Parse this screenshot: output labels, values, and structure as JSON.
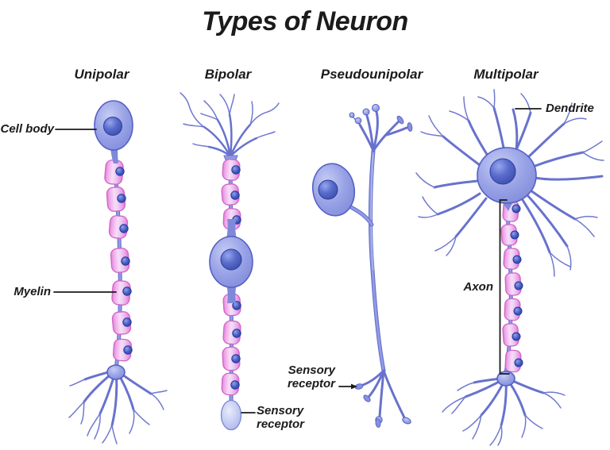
{
  "title": "Types of Neuron",
  "columns": [
    {
      "name": "Unipolar"
    },
    {
      "name": "Bipolar"
    },
    {
      "name": "Pseudounipolar"
    },
    {
      "name": "Multipolar"
    }
  ],
  "labels": {
    "cell_body": "Cell body",
    "myelin": "Myelin",
    "sensory_receptor_bipolar": "Sensory receptor",
    "sensory_receptor_pseudounipolar": "Sensory receptor",
    "dendrite": "Dendrite",
    "axon": "Axon"
  },
  "colors": {
    "background": "#ffffff",
    "neuron_body_blue": "#7e89da",
    "neuron_outline": "#5560c4",
    "nucleus_blue": "#2e439f",
    "myelin_pink": "#f0a9ea",
    "myelin_border": "#cf66c6",
    "text": "#1b1b1b"
  }
}
